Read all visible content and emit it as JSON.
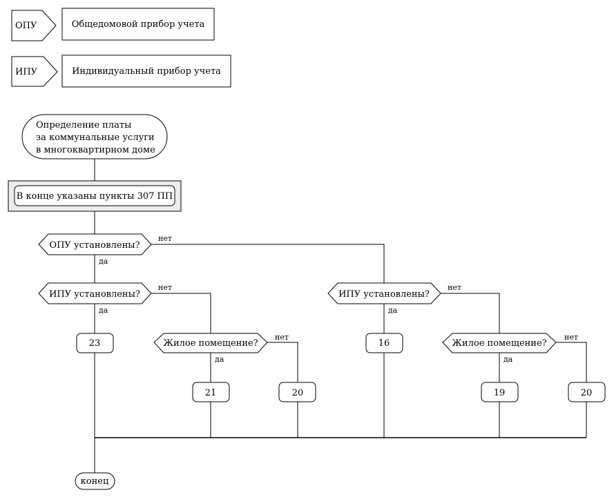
{
  "legend": {
    "opu_abbr": "ОПУ",
    "opu_text": "Общедомовой прибор учета",
    "ipu_abbr": "ИПУ",
    "ipu_text": "Индивидуальный прибор учета"
  },
  "start": {
    "line1": "Определение платы",
    "line2": "за коммунальные услуги",
    "line3": "в многоквартирном доме"
  },
  "note": "В конце указаны пункты 307 ПП",
  "decisions": {
    "opu_installed": "ОПУ установлены?",
    "ipu_installed_left": "ИПУ установлены?",
    "ipu_installed_right": "ИПУ установлены?",
    "residential_left": "Жилое помещение?",
    "residential_right": "Жилое помещение?"
  },
  "branch_labels": {
    "yes": "да",
    "no": "нет"
  },
  "clauses": {
    "c23": "23",
    "c21": "21",
    "c20_left": "20",
    "c16": "16",
    "c19": "19",
    "c20_right": "20"
  },
  "end": "конец"
}
